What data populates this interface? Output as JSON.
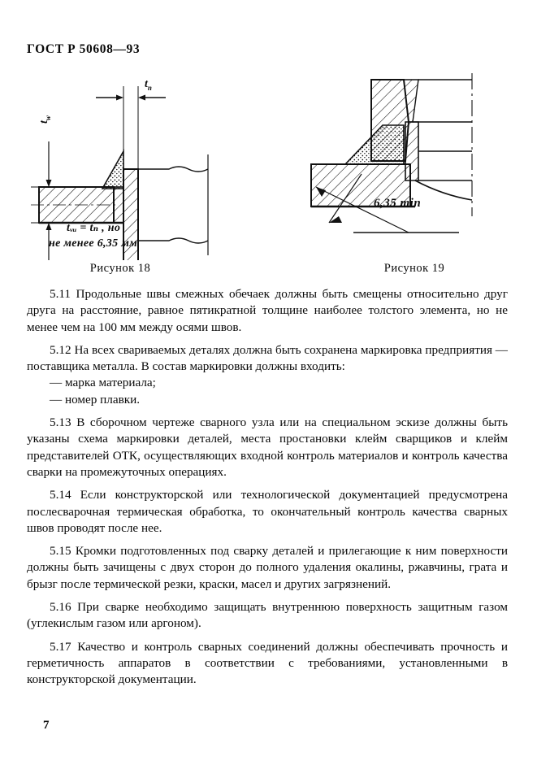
{
  "header": {
    "standard_code": "ГОСТ Р 50608—93"
  },
  "figures": [
    {
      "id": "figure-18",
      "caption": "Рисунок 18",
      "dimension_labels": [
        {
          "name": "tn",
          "text": "t",
          "sub": "n"
        },
        {
          "name": "tw",
          "text": "t",
          "sub": "w"
        }
      ],
      "handwritten_note_line1": "tᵥᵤ = tₙ , но",
      "handwritten_note_line2": "не менее 6,35 мм"
    },
    {
      "id": "figure-19",
      "caption": "Рисунок 19",
      "dimension_annotation": "6,35 min"
    }
  ],
  "sections": [
    {
      "number": "5.11",
      "text": "5.11 Продольные швы смежных обечаек должны быть смещены относительно друг друга на расстояние, равное пятикратной толщине наиболее толстого элемента, но не менее чем на 100 мм между осями швов."
    },
    {
      "number": "5.12",
      "text": "5.12 На всех свариваемых деталях должна быть сохранена маркировка предприятия — поставщика металла. В состав маркировки должны входить:",
      "bullets": [
        "— марка материала;",
        "— номер плавки."
      ]
    },
    {
      "number": "5.13",
      "text": "5.13 В сборочном чертеже сварного узла или на специальном эскизе должны быть указаны схема маркировки деталей, места простановки клейм сварщиков и клейм представителей ОТК, осуществляющих входной контроль материалов и контроль качества сварки на промежуточных операциях."
    },
    {
      "number": "5.14",
      "text": "5.14 Если конструкторской или технологической документацией предусмотрена послесварочная термическая обработка, то окончательный контроль качества сварных швов проводят после нее."
    },
    {
      "number": "5.15",
      "text": "5.15 Кромки подготовленных под сварку деталей и прилегающие к ним поверхности должны быть зачищены с двух сторон до полного удаления окалины, ржавчины, грата и брызг после термической резки, краски, масел и других загрязнений."
    },
    {
      "number": "5.16",
      "text": "5.16 При сварке необходимо защищать внутреннюю поверхность защитным газом (углекислым газом или аргоном)."
    },
    {
      "number": "5.17",
      "text": "5.17 Качество и контроль сварных соединений должны обеспечивать прочность и герметичность аппаратов в соответствии с требованиями, установленными в конструкторской документации."
    }
  ],
  "footer": {
    "page_number": "7"
  }
}
